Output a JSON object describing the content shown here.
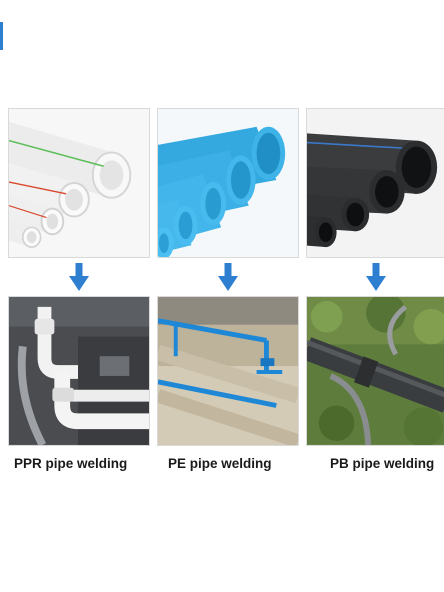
{
  "captions": {
    "ppr": "PPR pipe welding",
    "pe": "PE pipe welding",
    "pb": "PB pipe welding"
  },
  "colors": {
    "arrow": "#2f7fd0",
    "ppr_pipe": "#f2f2f2",
    "ppr_stripe_green": "#5cbf5a",
    "ppr_stripe_red": "#d9482b",
    "pe_pipe": "#3eb3e8",
    "pb_pipe": "#2f3133",
    "pb_stripe": "#3b78c9"
  },
  "icons": {
    "arrow": "arrow-down-icon"
  }
}
